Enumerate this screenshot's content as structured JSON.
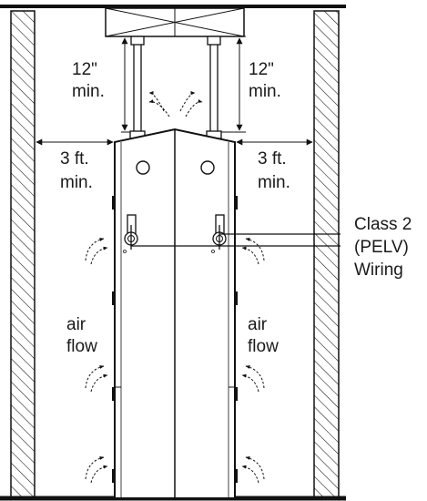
{
  "labels": {
    "clearance_top_left": [
      "12\"",
      "min."
    ],
    "clearance_top_right": [
      "12\"",
      "min."
    ],
    "clearance_side_left": [
      "3 ft.",
      "min."
    ],
    "clearance_side_right": [
      "3 ft.",
      "min."
    ],
    "airflow_left": [
      "air",
      "flow"
    ],
    "airflow_right": [
      "air",
      "flow"
    ],
    "wiring_callout": [
      "Class 2",
      "(PELV)",
      "Wiring"
    ]
  },
  "colors": {
    "stroke": "#111111",
    "background": "#ffffff"
  }
}
